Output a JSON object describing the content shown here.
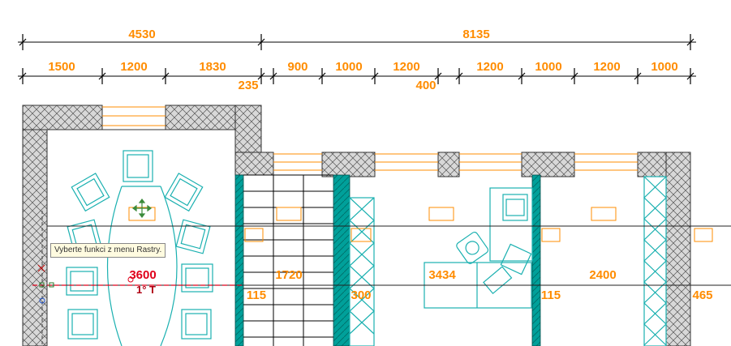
{
  "dimensions": {
    "overall": [
      "4530",
      "8135"
    ],
    "segments": [
      "1500",
      "1200",
      "1830",
      "900",
      "1000",
      "1200",
      "1200",
      "1000",
      "1200",
      "1000"
    ],
    "extra_top": [
      "235",
      "400"
    ],
    "room_widths": [
      "3600",
      "1720",
      "3434",
      "2400"
    ],
    "wall_thickness": [
      "115",
      "300",
      "115",
      "465"
    ]
  },
  "cursor_label": "1° T",
  "tooltip": "Vyberte funkci z menu Rastry.",
  "colors": {
    "dimension_text": "#ff8c00",
    "active_dimension": "#e0001a",
    "furniture": "#1ab0b0",
    "wall_fill": "#00a09a",
    "hatch": "#606060"
  }
}
